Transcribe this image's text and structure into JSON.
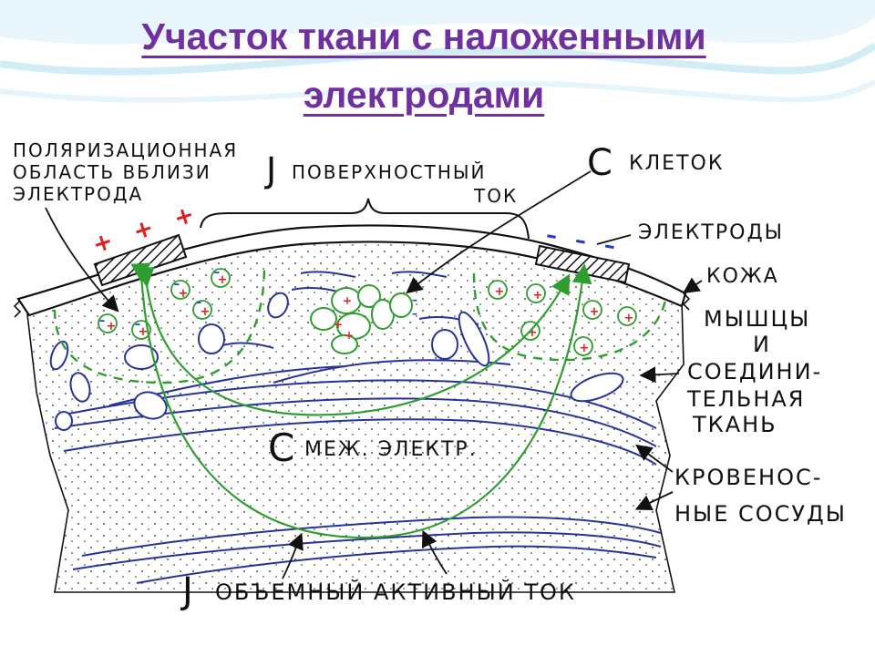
{
  "slide": {
    "title_line1": "Участок ткани с наложенными",
    "title_line2": "электродами"
  },
  "labels": {
    "polar_1": "ПОЛЯРИЗАЦИОННАЯ",
    "polar_2": "ОБЛАСТЬ ВБЛИЗИ",
    "polar_3": "ЭЛЕКТРОДА",
    "surface_sym": "J",
    "surface_1": "ПОВЕРХНОСТНЫЙ",
    "surface_2": "ТОК",
    "cells_sym": "C",
    "cells": "КЛЕТОК",
    "electrodes": "ЭЛЕКТРОДЫ",
    "skin": "КОЖА",
    "muscle_1": "МЫШЦЫ",
    "muscle_2": "И",
    "muscle_3": "СОЕДИНИ-",
    "muscle_4": "ТЕЛЬНАЯ",
    "muscle_5": "ТКАНЬ",
    "interel_sym": "C",
    "interel": "МЕЖ. ЭЛЕКТР.",
    "vessels_1": "КРОВЕНОС-",
    "vessels_2": "НЫЕ СОСУДЫ",
    "volume_sym": "J",
    "volume": "ОБЪЕМНЫЙ АКТИВНЫЙ ТОК"
  },
  "charges": {
    "positive": "+ + +",
    "negative": "– – –"
  },
  "colors": {
    "title": "#7030a0",
    "ink": "#111111",
    "current": "#2e9e2e",
    "vessel": "#27339a",
    "charge_plus": "#e02020",
    "charge_minus": "#1a3fd0"
  }
}
